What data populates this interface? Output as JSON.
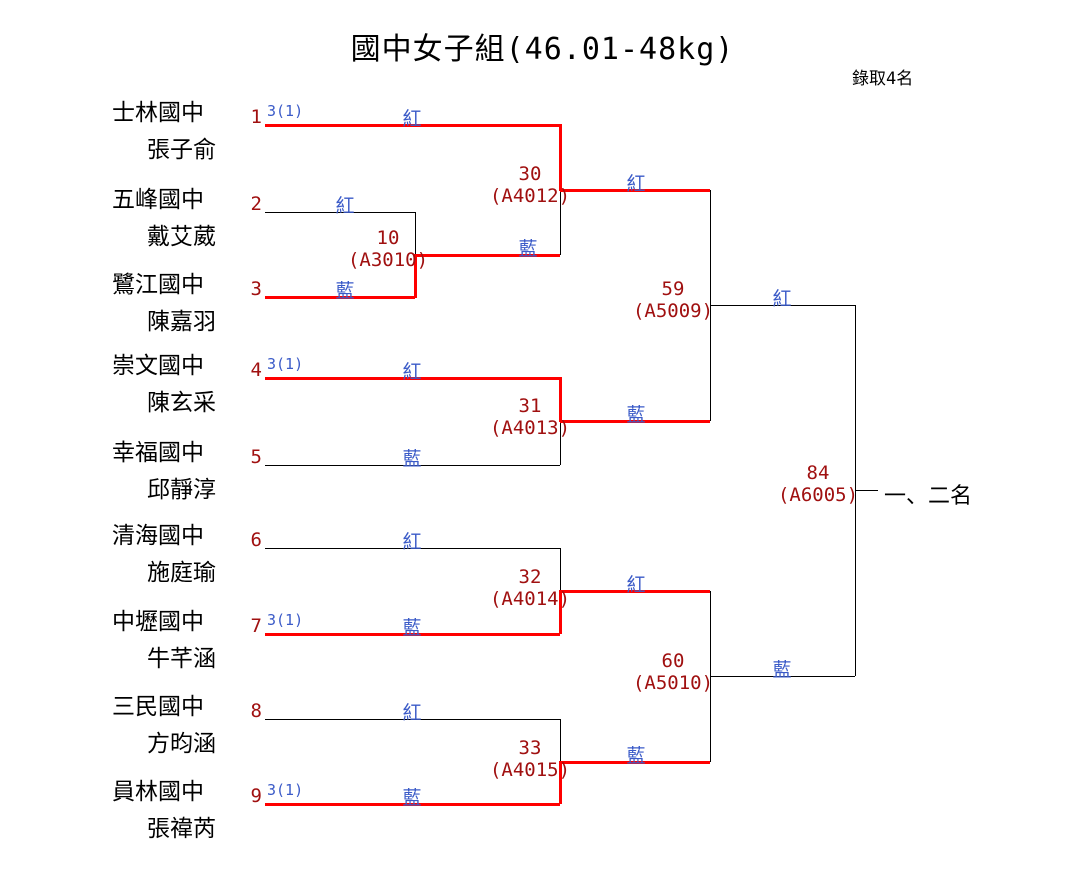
{
  "title": "國中女子組(46.01-48kg)",
  "qualify_note": "錄取4名",
  "final_rank_label": "一、二名",
  "colors": {
    "winner_path_line": "#ff0000",
    "normal_line": "#000000",
    "match_number_text": "#a01010",
    "corner_label_text": "#3b5bc8"
  },
  "corner_labels": {
    "red": "紅",
    "blue": "藍"
  },
  "competitors": [
    {
      "seed": "1",
      "school": "士林國中",
      "name": "張子俞",
      "note": "3(1)",
      "corner": "紅"
    },
    {
      "seed": "2",
      "school": "五峰國中",
      "name": "戴艾葳",
      "note": "",
      "corner": "紅"
    },
    {
      "seed": "3",
      "school": "鷺江國中",
      "name": "陳嘉羽",
      "note": "",
      "corner": "藍"
    },
    {
      "seed": "4",
      "school": "崇文國中",
      "name": "陳玄采",
      "note": "3(1)",
      "corner": "紅"
    },
    {
      "seed": "5",
      "school": "幸福國中",
      "name": "邱靜淳",
      "note": "",
      "corner": "藍"
    },
    {
      "seed": "6",
      "school": "清海國中",
      "name": "施庭瑜",
      "note": "",
      "corner": "紅"
    },
    {
      "seed": "7",
      "school": "中壢國中",
      "name": "牛芊涵",
      "note": "3(1)",
      "corner": "藍"
    },
    {
      "seed": "8",
      "school": "三民國中",
      "name": "方昀涵",
      "note": "",
      "corner": "紅"
    },
    {
      "seed": "9",
      "school": "員林國中",
      "name": "張禕芮",
      "note": "3(1)",
      "corner": "藍"
    }
  ],
  "matches": [
    {
      "no": "10",
      "code": "(A3010)",
      "advance_corner": "藍"
    },
    {
      "no": "30",
      "code": "(A4012)",
      "advance_corner": "紅"
    },
    {
      "no": "31",
      "code": "(A4013)",
      "advance_corner": "藍"
    },
    {
      "no": "32",
      "code": "(A4014)",
      "advance_corner": "紅"
    },
    {
      "no": "33",
      "code": "(A4015)",
      "advance_corner": "藍"
    },
    {
      "no": "59",
      "code": "(A5009)",
      "advance_corner": "紅"
    },
    {
      "no": "60",
      "code": "(A5010)",
      "advance_corner": "藍"
    },
    {
      "no": "84",
      "code": "(A6005)",
      "advance_corner": ""
    }
  ]
}
